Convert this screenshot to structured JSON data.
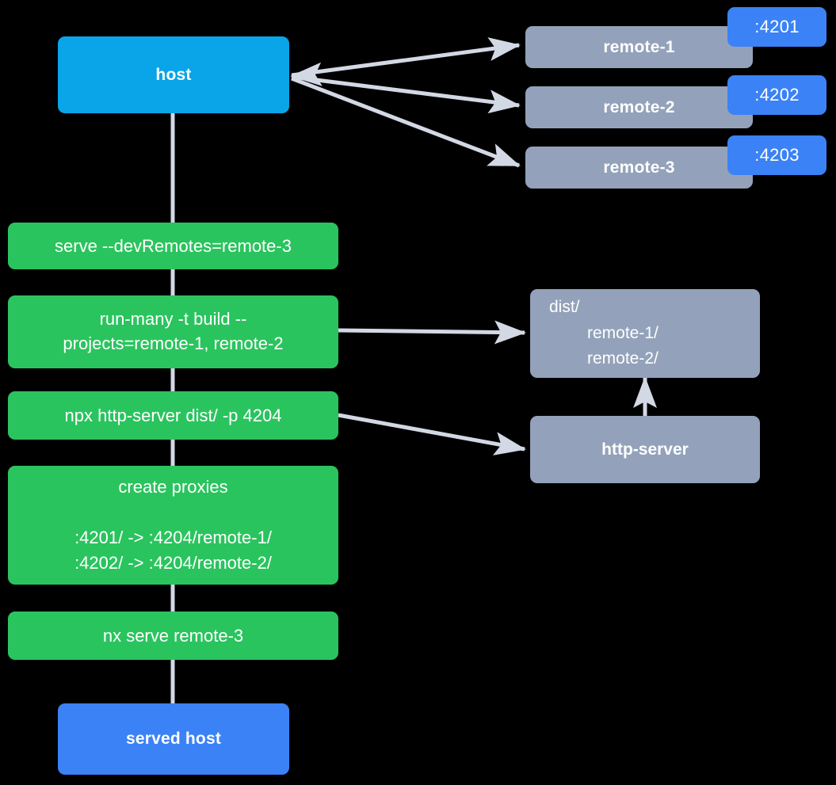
{
  "diagram": {
    "title": "Nx module federation host and remotes serve flow",
    "background": "#000000",
    "colors": {
      "host": "#0aa4e8",
      "served_host": "#3b82f6",
      "remote": "#93a2ba",
      "command": "#2ac45e",
      "port_badge": "#3b82f6",
      "edge": "#d2d8e4",
      "text": "#ffffff"
    }
  },
  "nodes": {
    "host": {
      "label": "host"
    },
    "remotes": [
      {
        "label": "remote-1",
        "port": ":4201"
      },
      {
        "label": "remote-2",
        "port": ":4202"
      },
      {
        "label": "remote-3",
        "port": ":4203"
      }
    ],
    "commands": [
      {
        "id": "serve",
        "label": "serve --devRemotes=remote-3"
      },
      {
        "id": "run-many",
        "line1": "run-many -t build --",
        "line2": "projects=remote-1, remote-2"
      },
      {
        "id": "http-server-cmd",
        "label": "npx http-server dist/ -p 4204"
      },
      {
        "id": "create-proxies",
        "title": "create proxies",
        "line1": ":4201/ -> :4204/remote-1/",
        "line2": ":4202/ -> :4204/remote-2/"
      },
      {
        "id": "nx-serve-remote-3",
        "label": "nx serve remote-3"
      }
    ],
    "dist": {
      "root": "dist/",
      "children": [
        "remote-1/",
        "remote-2/"
      ]
    },
    "http_server": {
      "label": "http-server"
    },
    "served_host": {
      "label": "served host"
    }
  },
  "edges": [
    {
      "from": "host",
      "to": "remote-1",
      "type": "arrow"
    },
    {
      "from": "host",
      "to": "remote-2",
      "type": "arrow"
    },
    {
      "from": "host",
      "to": "remote-3",
      "type": "arrow"
    },
    {
      "from": "host",
      "to": "serve",
      "type": "line"
    },
    {
      "from": "serve",
      "to": "run-many",
      "type": "line"
    },
    {
      "from": "run-many",
      "to": "dist",
      "type": "arrow"
    },
    {
      "from": "run-many",
      "to": "http-server-cmd",
      "type": "line"
    },
    {
      "from": "http-server-cmd",
      "to": "http-server",
      "type": "arrow"
    },
    {
      "from": "http-server",
      "to": "dist",
      "type": "arrow"
    },
    {
      "from": "http-server-cmd",
      "to": "create-proxies",
      "type": "line"
    },
    {
      "from": "create-proxies",
      "to": "nx-serve-remote-3",
      "type": "line"
    },
    {
      "from": "nx-serve-remote-3",
      "to": "served-host",
      "type": "line"
    }
  ]
}
